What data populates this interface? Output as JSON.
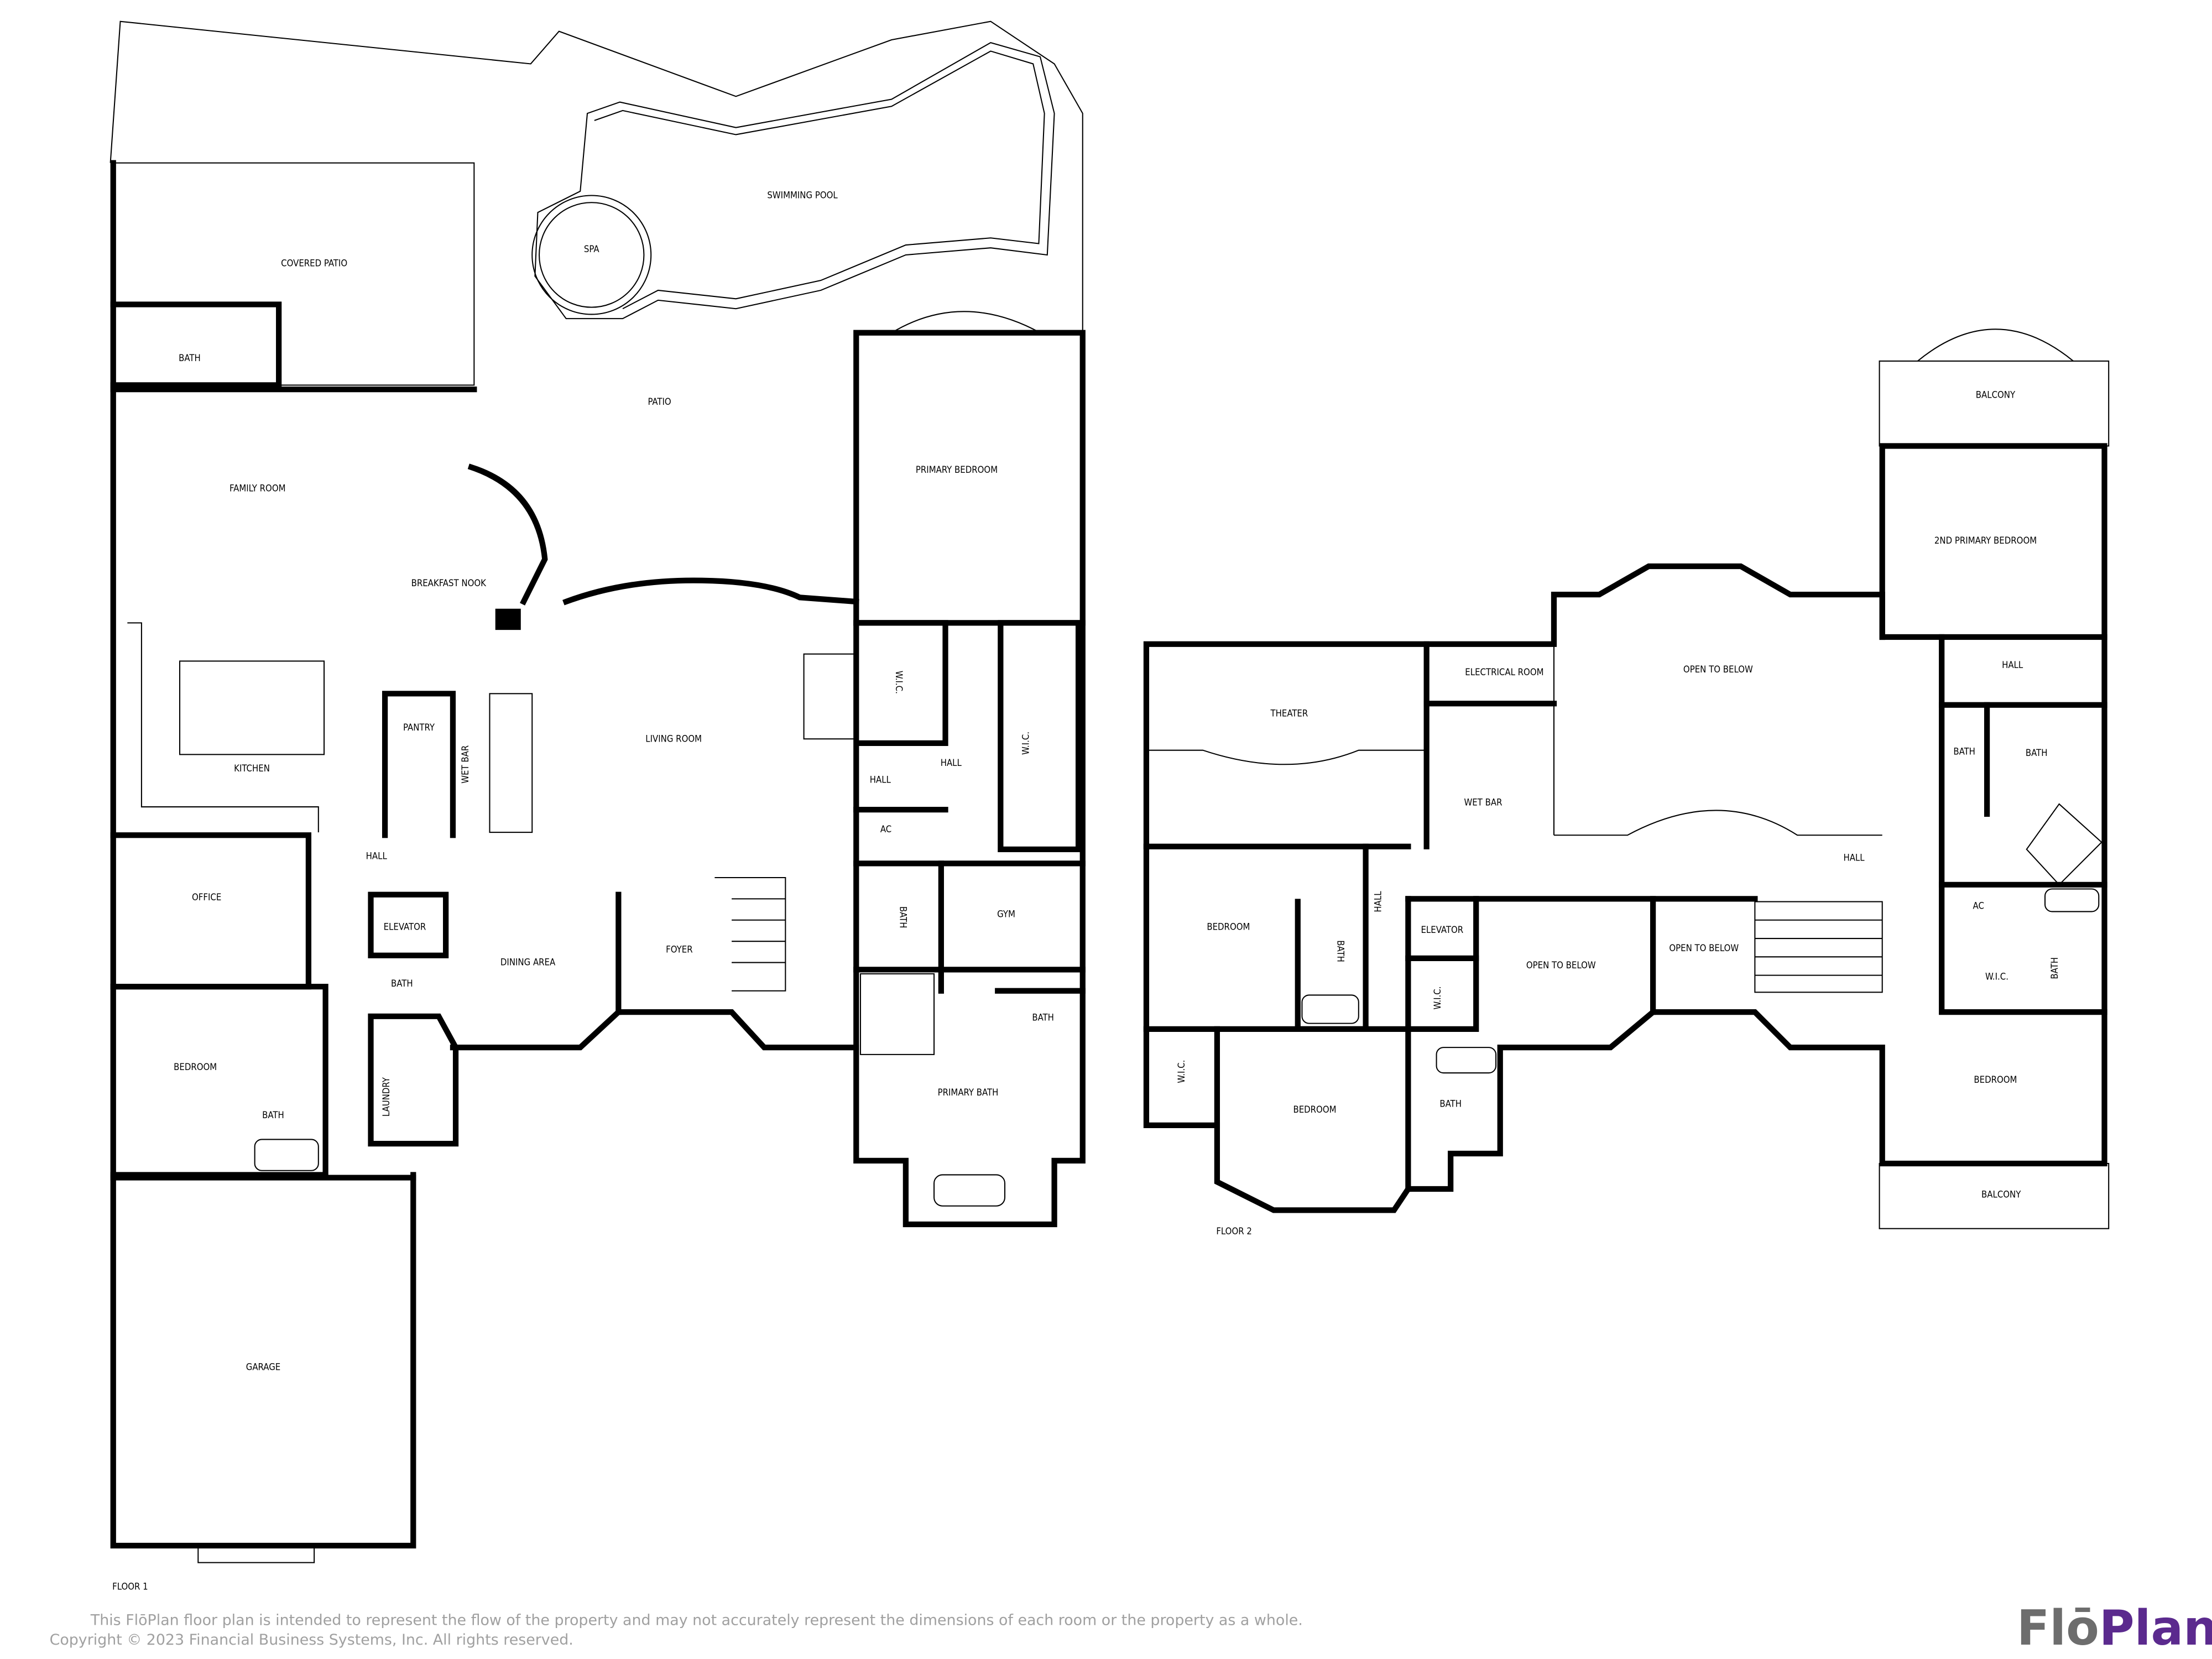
{
  "floor1": {
    "label": "FLOOR 1",
    "rooms": [
      "COVERED PATIO",
      "SWIMMING POOL",
      "SPA",
      "PATIO",
      "PRIMARY BEDROOM",
      "FAMILY ROOM",
      "BREAKFAST NOOK",
      "W.I.C.",
      "W.I.C.",
      "PANTRY",
      "WET BAR",
      "LIVING ROOM",
      "KITCHEN",
      "HALL",
      "HALL",
      "AC",
      "HALL",
      "OFFICE",
      "GYM",
      "ELEVATOR",
      "BATH",
      "BATH",
      "DINING AREA",
      "FOYER",
      "BATH",
      "BEDROOM",
      "LAUNDRY",
      "BATH",
      "PRIMARY BATH",
      "BATH",
      "GARAGE"
    ]
  },
  "floor2": {
    "label": "FLOOR 2",
    "rooms": [
      "BALCONY",
      "2ND PRIMARY BEDROOM",
      "HALL",
      "ELECTRICAL ROOM",
      "OPEN TO BELOW",
      "THEATER",
      "BATH",
      "BATH",
      "WET BAR",
      "HALL",
      "HALL",
      "AC",
      "BEDROOM",
      "ELEVATOR",
      "BATH",
      "OPEN TO BELOW",
      "OPEN TO BELOW",
      "W.I.C.",
      "BATH",
      "W.I.C.",
      "W.I.C.",
      "BEDROOM",
      "BATH",
      "BEDROOM",
      "BALCONY"
    ]
  },
  "footer": {
    "disclaimer": "This FlōPlan floor plan is intended to represent the flow of the property and may not accurately represent the dimensions of each room or the property as a whole.",
    "copyright": "Copyright © 2023 Financial Business Systems, Inc. All rights reserved."
  },
  "logo": {
    "text_flo": "Flō",
    "text_plan": "Plan",
    "colors": {
      "flo": "#6d6d6d",
      "plan": "#5b2a8e"
    }
  }
}
